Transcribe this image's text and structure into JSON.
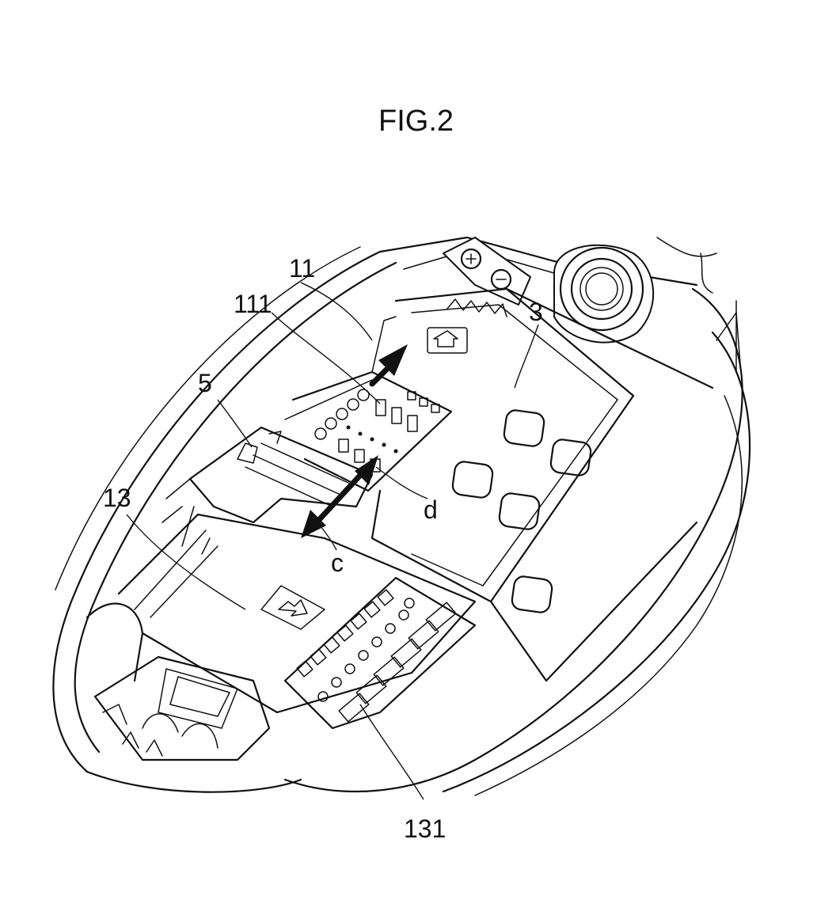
{
  "figure": {
    "title": "FIG.2",
    "labels": {
      "label_11": "11",
      "label_111": "111",
      "label_3": "3",
      "label_5": "5",
      "label_13": "13",
      "label_d": "d",
      "label_c": "c",
      "label_131": "131"
    }
  }
}
